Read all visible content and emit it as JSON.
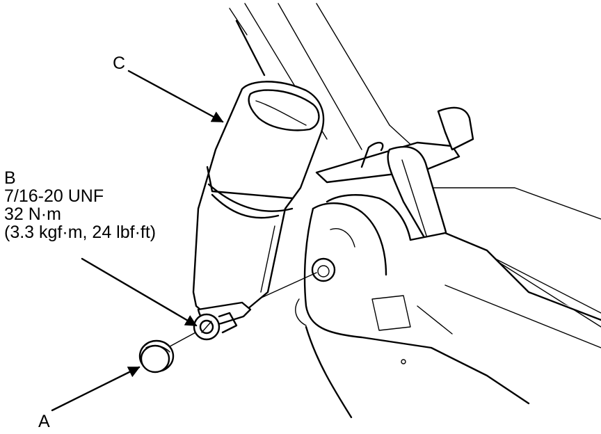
{
  "labels": {
    "c": "C",
    "b_name": "B",
    "b_spec": "7/16-20 UNF",
    "b_torque": "32 N·m",
    "b_torque_alt": "(3.3 kgf·m, 24 lbf·ft)",
    "a": "A"
  }
}
